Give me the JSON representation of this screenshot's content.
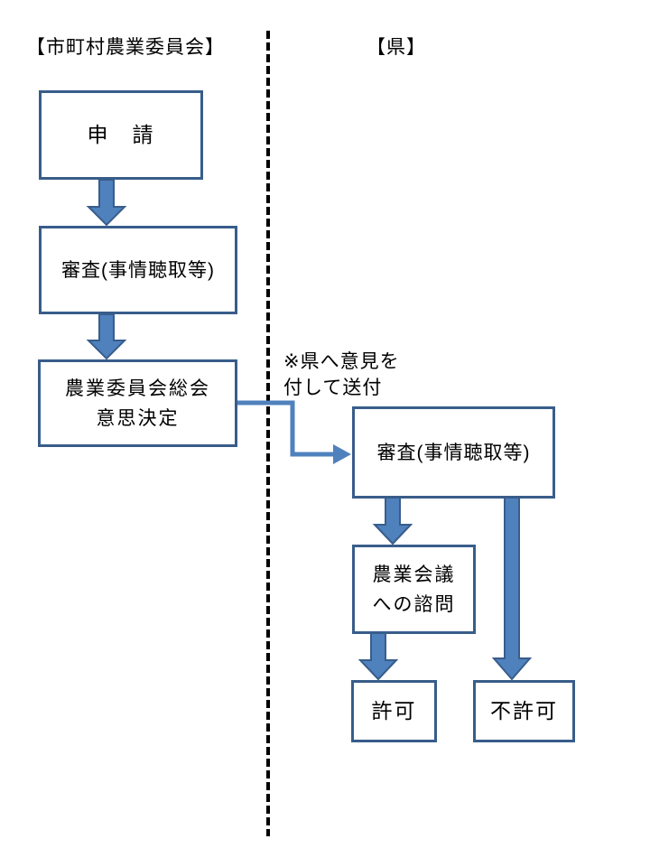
{
  "diagram": {
    "left_column_header": "【市町村農業委員会】",
    "right_column_header": "【県】",
    "boxes": {
      "application": "申　請",
      "municipal_review": "審査(事情聴取等)",
      "committee_decision": "農業委員会総会\n意思決定",
      "prefecture_review": "審査(事情聴取等)",
      "agricultural_council": "農業会議\nへの諮問",
      "permit": "許可",
      "denial": "不許可"
    },
    "annotation": "※県へ意見を\n付して送付",
    "flow": [
      {
        "from": "application",
        "to": "municipal_review",
        "style": "block-arrow"
      },
      {
        "from": "municipal_review",
        "to": "committee_decision",
        "style": "block-arrow"
      },
      {
        "from": "committee_decision",
        "to": "prefecture_review",
        "style": "elbow-connector",
        "label": "※県へ意見を付して送付"
      },
      {
        "from": "prefecture_review",
        "to": "agricultural_council",
        "style": "block-arrow"
      },
      {
        "from": "prefecture_review",
        "to": "denial",
        "style": "block-arrow"
      },
      {
        "from": "agricultural_council",
        "to": "permit",
        "style": "block-arrow"
      }
    ],
    "colors": {
      "box_border": "#385d8a",
      "box_fill": "#ffffff",
      "arrow_fill": "#4f81bd",
      "arrow_stroke": "#385d8a",
      "connector": "#4f81bd",
      "divider": "#000000",
      "text": "#000000",
      "background": "#ffffff"
    }
  }
}
